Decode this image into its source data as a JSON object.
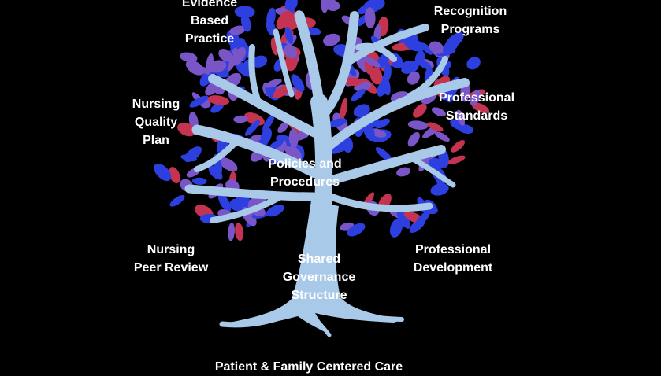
{
  "colors": {
    "background": "#000000",
    "tree": "#a9c9e8",
    "leaf_blue": "#2e3fe0",
    "leaf_purple": "#7a55c8",
    "leaf_red": "#c4334f",
    "text": "#ffffff"
  },
  "labels": {
    "evidence": {
      "lines": [
        "Evidence",
        "Based",
        "Practice"
      ]
    },
    "recognition": {
      "lines": [
        "Recognition",
        "Programs"
      ]
    },
    "quality": {
      "lines": [
        "Nursing",
        "Quality",
        "Plan"
      ]
    },
    "standards": {
      "lines": [
        "Professional",
        "Standards"
      ]
    },
    "policies": {
      "lines": [
        "Policies and",
        "Procedures"
      ]
    },
    "peer_review": {
      "lines": [
        "Nursing",
        "Peer Review"
      ]
    },
    "development": {
      "lines": [
        "Professional",
        "Development"
      ]
    },
    "governance": {
      "lines": [
        "Shared",
        "Governance",
        "Structure"
      ]
    },
    "foundation": {
      "lines": [
        "Patient & Family Centered Care"
      ]
    }
  }
}
